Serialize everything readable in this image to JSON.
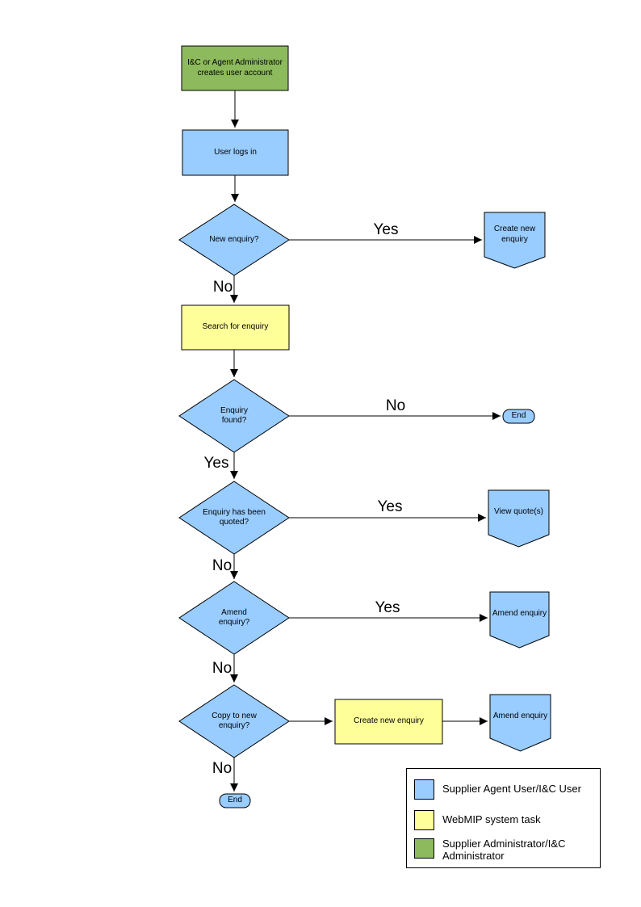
{
  "colors": {
    "blue": "#99CCFF",
    "yellow": "#FFFF99",
    "green": "#8DBA5C",
    "line": "#000000"
  },
  "flow": {
    "admin_box": "I&C or Agent Administrator creates user account",
    "login_box": "User logs in",
    "decision_new_enquiry": "New enquiry?",
    "pentagon_create_new": "Create new enquiry",
    "task_search": "Search for enquiry",
    "decision_found": "Enquiry found?",
    "end_1": "End",
    "decision_quoted": "Enquiry has been quoted?",
    "pentagon_view_quotes": "View quote(s)",
    "decision_amend": "Amend enquiry?",
    "pentagon_amend_1": "Amend enquiry",
    "decision_copy": "Copy to new enquiry?",
    "task_create_new": "Create new enquiry",
    "pentagon_amend_2": "Amend enquiry",
    "end_2": "End",
    "yes": "Yes",
    "no": "No"
  },
  "legend": {
    "items": [
      {
        "label": "Supplier Agent User/I&C User",
        "color": "#99CCFF"
      },
      {
        "label": "WebMIP system task",
        "color": "#FFFF99"
      },
      {
        "label": "Supplier Administrator/I&C Administrator",
        "color": "#8DBA5C"
      }
    ]
  }
}
